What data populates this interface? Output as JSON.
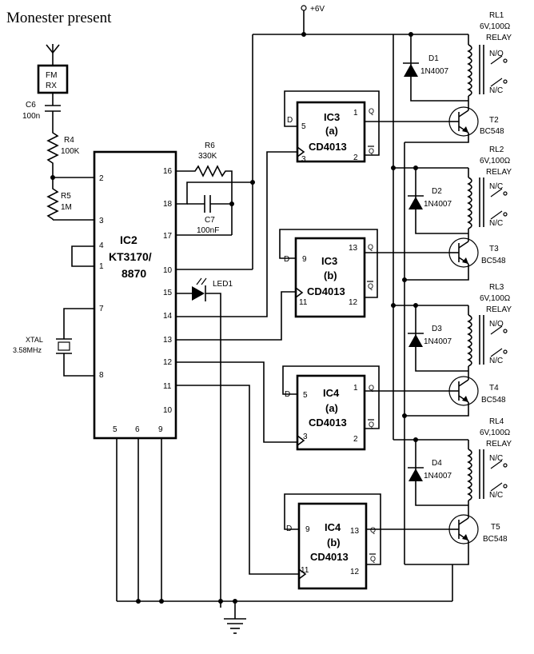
{
  "title": "Monester present",
  "supply": "+6V",
  "antenna": {
    "line1": "FM",
    "line2": "RX"
  },
  "c6": {
    "name": "C6",
    "value": "100n"
  },
  "r4": {
    "name": "R4",
    "value": "100K"
  },
  "r5": {
    "name": "R5",
    "value": "1M"
  },
  "r6": {
    "name": "R6",
    "value": "330K"
  },
  "c7": {
    "name": "C7",
    "value": "100nF"
  },
  "xtal": {
    "name": "XTAL",
    "value": "3.58MHz"
  },
  "led": "LED1",
  "ic2": {
    "name": "IC2",
    "part1": "KT3170/",
    "part2": "8870"
  },
  "ic2_pins": {
    "p1": "1",
    "p2": "2",
    "p3": "3",
    "p4": "4",
    "p5": "5",
    "p6": "6",
    "p7": "7",
    "p8": "8",
    "p9": "9",
    "p10": "10",
    "p11": "11",
    "p12": "12",
    "p13": "13",
    "p14": "14",
    "p15": "15",
    "p16": "16",
    "p17": "17",
    "p18": "18"
  },
  "flipflops": [
    {
      "name": "IC3",
      "section": "(a)",
      "part": "CD4013",
      "d": "D",
      "q": "Q",
      "qbar": "Q",
      "pin_d": "5",
      "pin_clk": "3",
      "pin_q": "1",
      "pin_qbar": "2"
    },
    {
      "name": "IC3",
      "section": "(b)",
      "part": "CD4013",
      "d": "D",
      "q": "Q",
      "qbar": "Q",
      "pin_d": "9",
      "pin_clk": "11",
      "pin_q": "13",
      "pin_qbar": "12"
    },
    {
      "name": "IC4",
      "section": "(a)",
      "part": "CD4013",
      "d": "D",
      "q": "Q",
      "qbar": "Q",
      "pin_d": "5",
      "pin_clk": "3",
      "pin_q": "1",
      "pin_qbar": "2"
    },
    {
      "name": "IC4",
      "section": "(b)",
      "part": "CD4013",
      "d": "D",
      "q": "Q",
      "qbar": "Q",
      "pin_d": "9",
      "pin_clk": "11",
      "pin_q": "13",
      "pin_qbar": "12"
    }
  ],
  "relays": [
    {
      "name": "RL1",
      "spec": "6V,100Ω",
      "type": "RELAY",
      "contact1": "N/O",
      "contact2": "N/C",
      "diode": "D1",
      "diode_part": "1N4007",
      "transistor": "T2",
      "transistor_part": "BC548"
    },
    {
      "name": "RL2",
      "spec": "6V,100Ω",
      "type": "RELAY",
      "contact1": "N/C",
      "contact2": "N/C",
      "diode": "D2",
      "diode_part": "1N4007",
      "transistor": "T3",
      "transistor_part": "BC548"
    },
    {
      "name": "RL3",
      "spec": "6V,100Ω",
      "type": "RELAY",
      "contact1": "N/O",
      "contact2": "N/C",
      "diode": "D3",
      "diode_part": "1N4007",
      "transistor": "T4",
      "transistor_part": "BC548"
    },
    {
      "name": "RL4",
      "spec": "6V,100Ω",
      "type": "RELAY",
      "contact1": "N/C",
      "contact2": "N/C",
      "diode": "D4",
      "diode_part": "1N4007",
      "transistor": "T5",
      "transistor_part": "BC548"
    }
  ]
}
